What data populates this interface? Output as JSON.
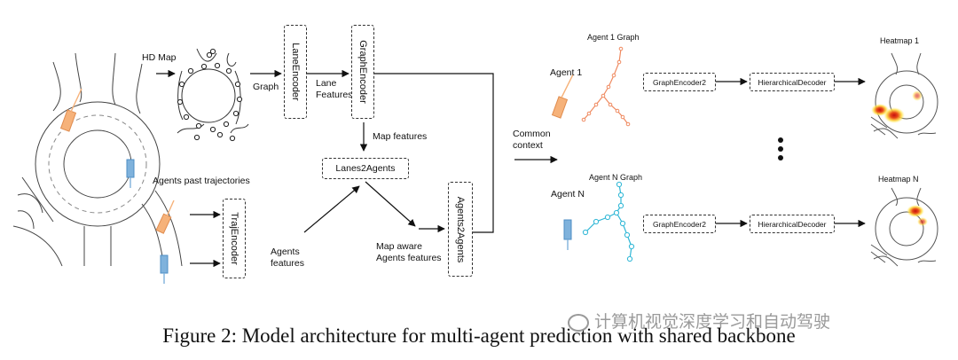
{
  "labels": {
    "hd_map": "HD Map",
    "graph": "Graph",
    "lane_features": "Lane\nFeatures",
    "map_features": "Map features",
    "agents_past": "Agents past trajectories",
    "agents_features": "Agents\nfeatures",
    "map_aware": "Map aware\nAgents features",
    "common_context": "Common\ncontext",
    "agent_1": "Agent 1",
    "agent_1_graph": "Agent 1 Graph",
    "agent_n": "Agent N",
    "agent_n_graph": "Agent N Graph",
    "heatmap_1": "Heatmap 1",
    "heatmap_n": "Heatmap N"
  },
  "modules": {
    "lane_encoder": "LaneEncoder",
    "graph_encoder": "GraphEncoder",
    "lanes2agents": "Lanes2Agents",
    "traj_encoder": "TrajEncoder",
    "agents2agents": "Agents2Agents",
    "graph_encoder2_top": "GraphEncoder2",
    "hier_decoder_top": "HierarchicalDecoder",
    "graph_encoder2_bottom": "GraphEncoder2",
    "hier_decoder_bottom": "HierarchicalDecoder"
  },
  "caption": "Figure 2: Model architecture for multi-agent prediction with shared backbone",
  "watermark": "计算机视觉深度学习和自动驾驶",
  "colors": {
    "agent_orange": "#f6b27a",
    "agent_blue": "#7fb2dc",
    "graph_orange": "#ef8a60",
    "graph_cyan": "#2fb7d6",
    "heat_red": "#d42020",
    "heat_yellow": "#ffe24a"
  }
}
